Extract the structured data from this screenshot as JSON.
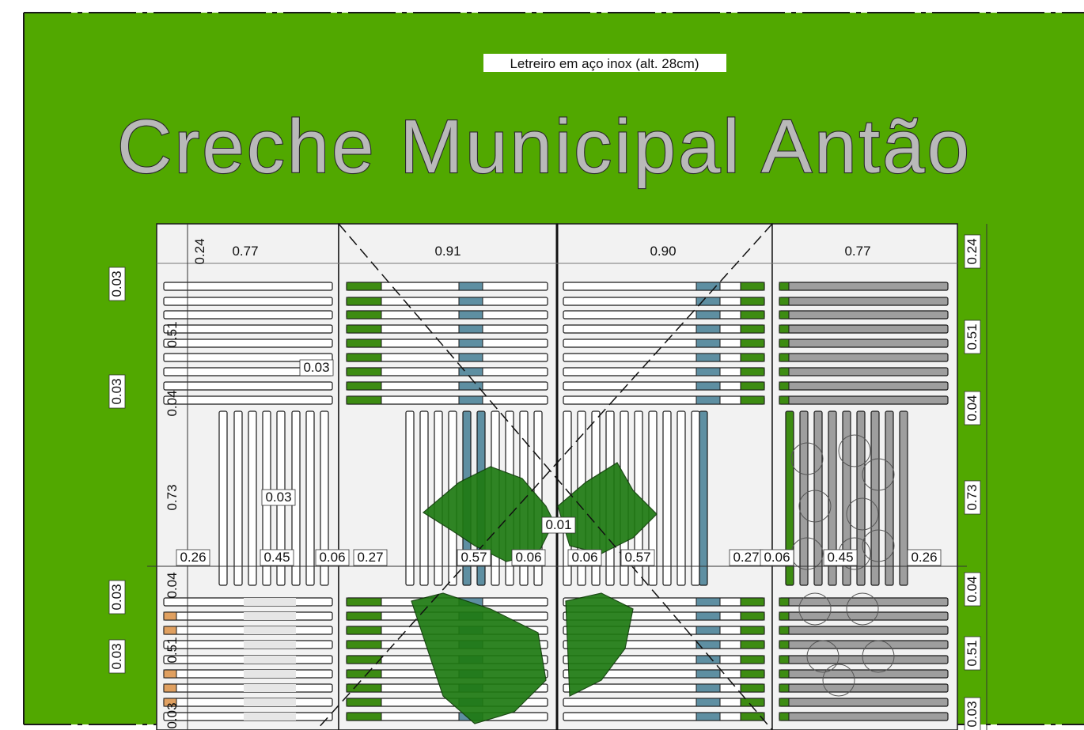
{
  "sign_caption": "Letreiro em aço inox (alt. 28cm)",
  "title": "Creche Municipal Antão",
  "colors": {
    "background": "#51a800",
    "panel": "#f2f2f2",
    "slat_green": "#3d8c12",
    "slat_blue": "#5e8fa2",
    "slat_gray": "#9e9e9e",
    "slat_orange": "#e0a060",
    "foliage": "#1e7a12"
  },
  "panel_widths": [
    "0.77",
    "0.91",
    "0.90",
    "0.77"
  ],
  "left_heights": [
    "0.03",
    "0.51",
    "0.03",
    "0.04",
    "0.73",
    "0.04",
    "0.03",
    "0.51",
    "0.03",
    "0.03"
  ],
  "right_heights": [
    "0.24",
    "0.51",
    "0.04",
    "0.73",
    "0.04",
    "0.51",
    "0.03"
  ],
  "top_height": "0.24",
  "bottom_widths": [
    "0.26",
    "0.45",
    "0.06",
    "0.27",
    "0.57",
    "0.06",
    "0.06",
    "0.57",
    "0.27",
    "0.06",
    "0.45",
    "0.26"
  ],
  "extra_dims": {
    "gap_0_03_a": "0.03",
    "gap_0_03_b": "0.03",
    "center_0_01": "0.01"
  }
}
